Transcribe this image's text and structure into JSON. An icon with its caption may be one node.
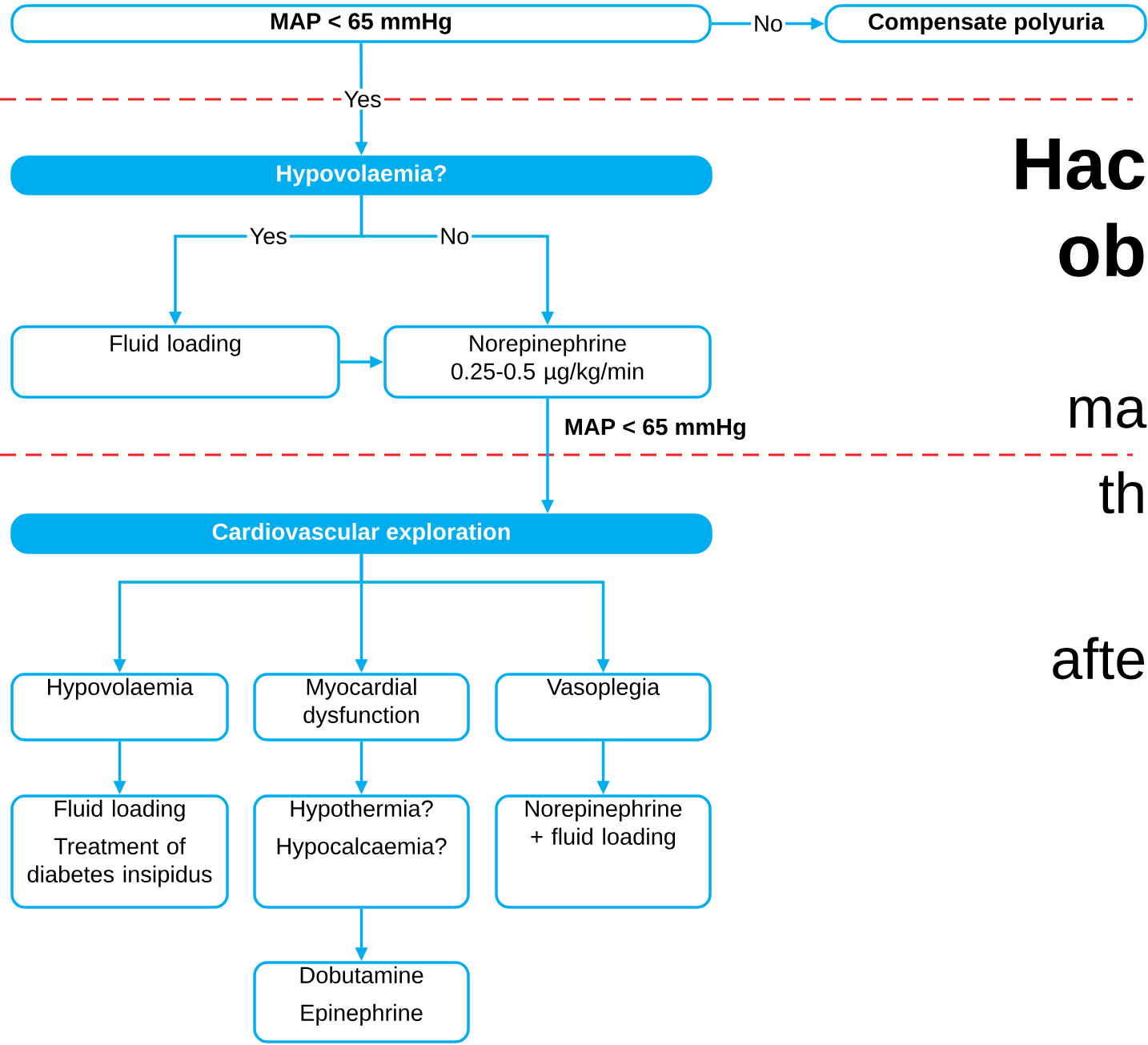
{
  "diagram": {
    "nodes": [
      {
        "text": [
          "MAP < 65 mmHg"
        ]
      },
      {
        "text": [
          "Compensate polyuria"
        ]
      },
      {
        "text": [
          "Hypovolaemia?"
        ]
      },
      {
        "text": [
          "Fluid loading"
        ]
      },
      {
        "text": [
          "Norepinephrine",
          "0.25-0.5 µg/kg/min"
        ]
      },
      {
        "text": [
          "Cardiovascular exploration"
        ]
      },
      {
        "text": [
          "Hypovolaemia"
        ]
      },
      {
        "text": [
          "Myocardial dysfunction"
        ]
      },
      {
        "text": [
          "Vasoplegia"
        ]
      },
      {
        "text": [
          "Fluid loading",
          "Treatment of diabetes insipidus"
        ]
      },
      {
        "text": [
          "Hypothermia?",
          "Hypocalcaemia?"
        ]
      },
      {
        "text": [
          "Norepinephrine + fluid loading"
        ]
      },
      {
        "text": [
          "Dobutamine",
          "Epinephrine"
        ]
      }
    ],
    "edges": [
      {
        "from": 0,
        "to": 1,
        "arrow": "to",
        "label": "No"
      },
      {
        "from": 0,
        "to": 2,
        "arrow": "to",
        "label": "Yes"
      },
      {
        "from": 2,
        "to": 3,
        "arrow": "to",
        "label": "Yes"
      },
      {
        "from": 2,
        "to": 4,
        "arrow": "to",
        "label": "No"
      },
      {
        "from": 3,
        "to": 4,
        "arrow": "to"
      },
      {
        "from": 4,
        "to": 5,
        "arrow": "to",
        "label": "MAP < 65 mmHg"
      },
      {
        "from": 5,
        "to": 6,
        "arrow": "to"
      },
      {
        "from": 5,
        "to": 7,
        "arrow": "to"
      },
      {
        "from": 5,
        "to": 8,
        "arrow": "to"
      },
      {
        "from": 6,
        "to": 9,
        "arrow": "to"
      },
      {
        "from": 7,
        "to": 10,
        "arrow": "to"
      },
      {
        "from": 8,
        "to": 11,
        "arrow": "to"
      },
      {
        "from": 10,
        "to": 12,
        "arrow": "to"
      }
    ],
    "labels": [
      "Hac",
      "ob",
      "ma",
      "th",
      "afte"
    ]
  }
}
